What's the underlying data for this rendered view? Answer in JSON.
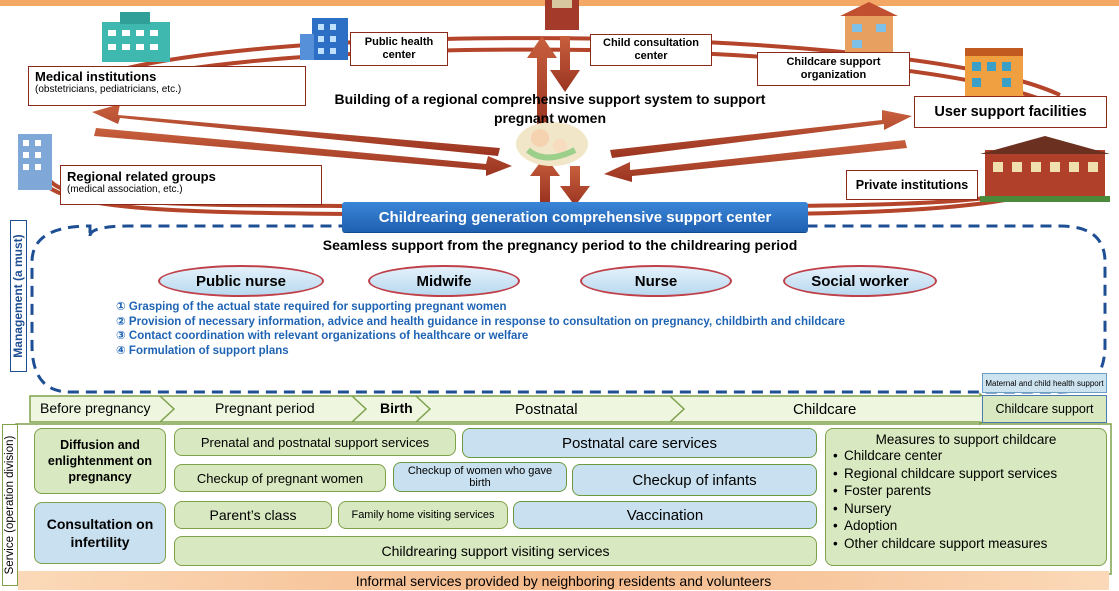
{
  "top": {
    "medical": {
      "title": "Medical institutions",
      "sub": "(obstetricians, pediatricians, etc.)"
    },
    "public_health": "Public health center",
    "child_consult": "Child consultation center",
    "childcare_org": "Childcare support organization",
    "user_support": "User support facilities",
    "regional": {
      "title": "Regional related groups",
      "sub": "(medical association, etc.)"
    },
    "private": "Private institutions",
    "headline": "Building of a regional comprehensive support system to support pregnant women"
  },
  "center": {
    "title": "Childrearing generation comprehensive support center",
    "seamless": "Seamless support from the pregnancy period to the childrearing period",
    "staff": [
      "Public nurse",
      "Midwife",
      "Nurse",
      "Social worker"
    ],
    "tasks": [
      "① Grasping of the actual state required for supporting pregnant women",
      "② Provision of necessary information, advice and health guidance in response to consultation on pregnancy, childbirth and childcare",
      "③ Contact coordination with relevant organizations of healthcare or welfare",
      "④ Formulation of support plans"
    ],
    "management_label": "Management (a must)"
  },
  "timeline": {
    "stages": [
      "Before pregnancy",
      "Pregnant period",
      "Birth",
      "Postnatal",
      "Childcare"
    ],
    "maternal_label": "Maternal and child health support",
    "childcare_label": "Childcare support"
  },
  "services": {
    "side_label": "Service (operation division)",
    "diffusion": "Diffusion and enlightenment on pregnancy",
    "infertility": "Consultation on infertility",
    "prenatal": "Prenatal and postnatal support services",
    "postnatal_care": "Postnatal care services",
    "checkup_pregnant": "Checkup of pregnant women",
    "checkup_birth": "Checkup of women who gave birth",
    "checkup_infants": "Checkup of infants",
    "parents_class": "Parent’s class",
    "home_visiting": "Family home visiting services",
    "vaccination": "Vaccination",
    "childrearing_visit": "Childrearing support visiting services",
    "measures": {
      "title": "Measures to support childcare",
      "items": [
        "Childcare center",
        "Regional childcare support services",
        "Foster parents",
        "Nursery",
        "Adoption",
        "Other childcare support measures"
      ]
    },
    "informal": "Informal services provided by neighboring residents and volunteers"
  },
  "colors": {
    "arrow": "#b4442a",
    "box_border": "#8b2a1a",
    "center_blue": "#2a6fc0",
    "task_blue": "#1f64b4",
    "green_fill": "#d8e8c0",
    "blue_fill": "#c8e0ef",
    "informal_fill": "#f6c79e"
  }
}
